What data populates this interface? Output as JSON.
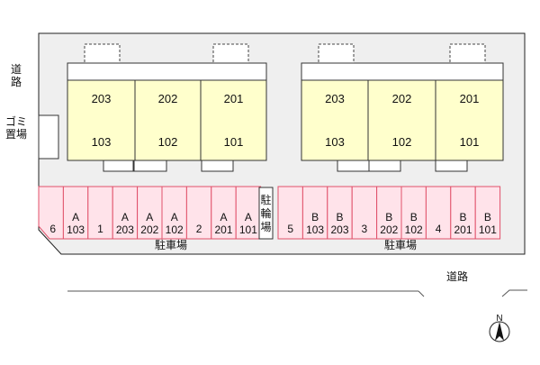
{
  "map": {
    "labels": {
      "road_left": "道路",
      "road_bottom": "道路",
      "trash": "ゴミ置場",
      "parking_left": "駐車場",
      "parking_right": "駐車場",
      "bicycle": "駐輪場",
      "north": "N"
    },
    "buildings": [
      {
        "name": "building-left",
        "upper_floor": [
          "203",
          "202",
          "201"
        ],
        "lower_floor": [
          "103",
          "102",
          "101"
        ]
      },
      {
        "name": "building-right",
        "upper_floor": [
          "203",
          "202",
          "201"
        ],
        "lower_floor": [
          "103",
          "102",
          "101"
        ]
      }
    ],
    "parking_left": [
      [
        "6"
      ],
      [
        "A",
        "103"
      ],
      [
        "1"
      ],
      [
        "A",
        "203"
      ],
      [
        "A",
        "202"
      ],
      [
        "A",
        "102"
      ],
      [
        "2"
      ],
      [
        "A",
        "201"
      ],
      [
        "A",
        "101"
      ]
    ],
    "parking_right": [
      [
        "5"
      ],
      [
        "B",
        "103"
      ],
      [
        "B",
        "203"
      ],
      [
        "3"
      ],
      [
        "B",
        "202"
      ],
      [
        "B",
        "102"
      ],
      [
        "4"
      ],
      [
        "B",
        "201"
      ],
      [
        "B",
        "101"
      ]
    ]
  }
}
